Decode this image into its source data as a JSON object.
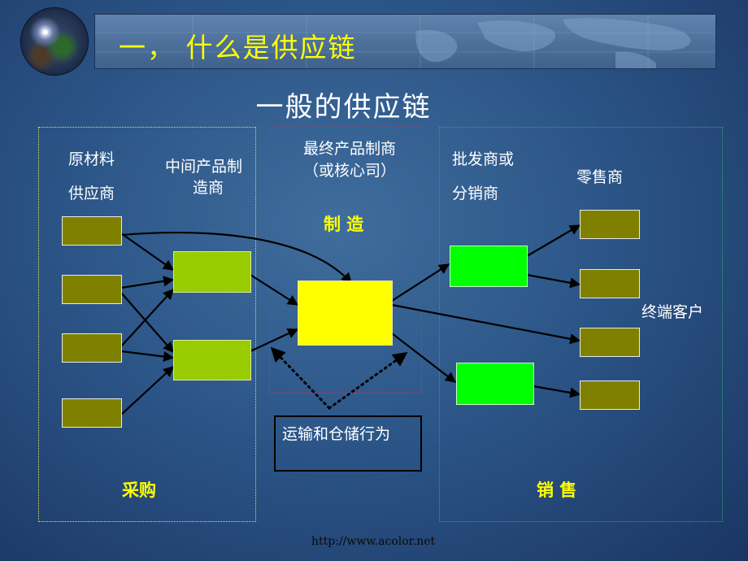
{
  "header": {
    "title": "一， 什么是供应链"
  },
  "main_title": "一般的供应链",
  "columns": {
    "raw_material_suppliers": {
      "line1": "原材料",
      "line2": "供应商"
    },
    "intermediate_manufacturers": {
      "line1": "中间产品制",
      "line2": "造商"
    },
    "final_manufacturer": {
      "line1": "最终产品制商",
      "line2": "（或核心司）"
    },
    "wholesalers": {
      "line1": "批发商或",
      "line2": "分销商"
    },
    "retailers": "零售商",
    "end_customers": "终端客户"
  },
  "region_labels": {
    "procurement": "采购",
    "manufacturing": "制 造",
    "sales": "销  售"
  },
  "transport_label": "运输和仓储行为",
  "footer": {
    "url": "http://www.acolor.net"
  },
  "colors": {
    "background": "#2c5688",
    "title_yellow": "#ffff00",
    "supplier_olive": "#808000",
    "intermediate_lime": "#99cc00",
    "final_yellow": "#ffff00",
    "wholesaler_green": "#00ff00",
    "retailer_olive": "#808000",
    "procurement_border": "#e2e25a",
    "manufacturing_border": "#b0335a",
    "sales_border": "#29a86b"
  },
  "icons": {
    "logo": "globe-icon"
  }
}
